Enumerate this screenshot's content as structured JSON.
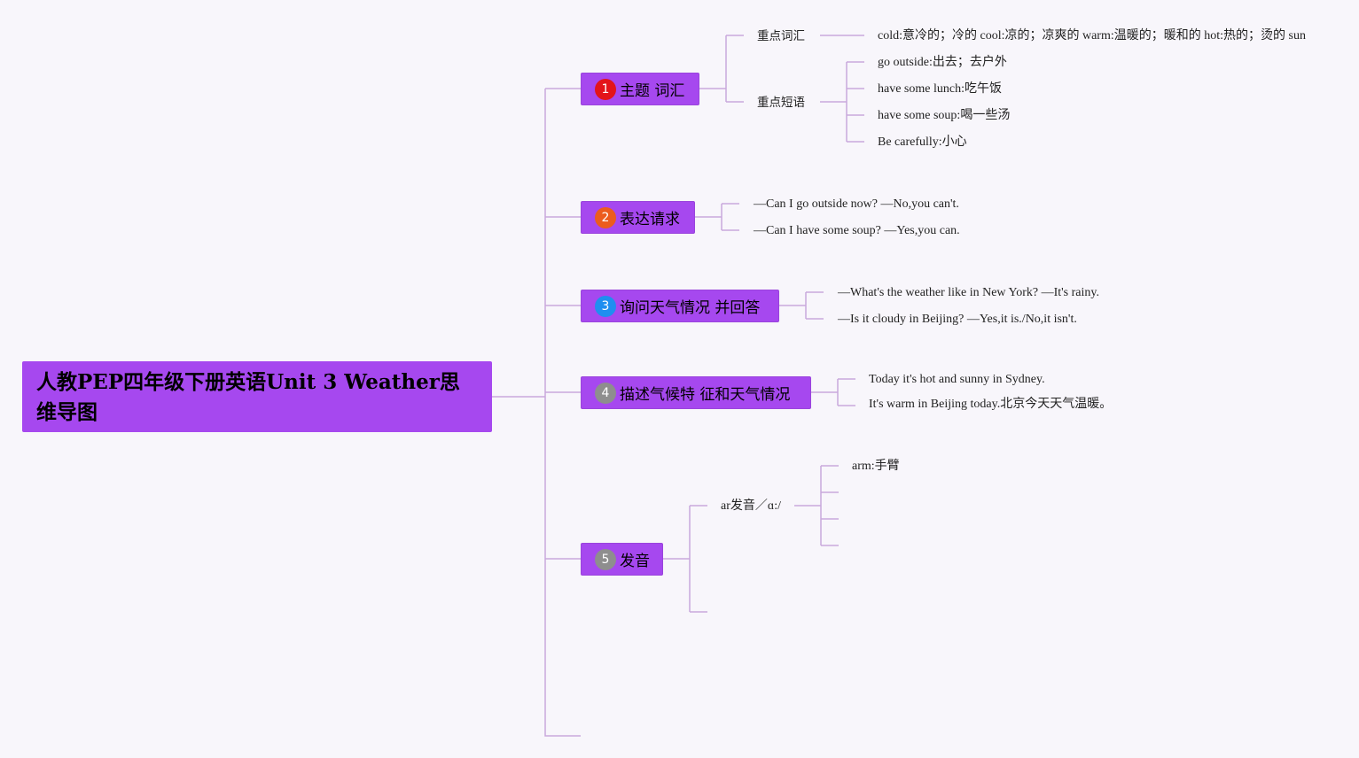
{
  "root": {
    "title": "人教PEP四年级下册英语Unit 3 Weather思维导图"
  },
  "colors": {
    "topic_bg": "#a648ef",
    "line": "#c9a8dc",
    "marker_1": "#e3141a",
    "marker_2": "#ec5c1e",
    "marker_3": "#1f8ef0",
    "marker_4": "#8e8e8e",
    "marker_5": "#8e8e8e"
  },
  "topics": [
    {
      "marker": "1",
      "label": "主题 词汇",
      "subs": [
        {
          "label": "重点词汇",
          "items": [
            "cold:意冷的；冷的 cool:凉的；凉爽的 warm:温暖的；暖和的 hot:热的；烫的 sun"
          ]
        },
        {
          "label": "重点短语",
          "items": [
            "go outside:出去；去户外",
            "have some lunch:吃午饭",
            "have some soup:喝一些汤",
            "Be carefully:小心"
          ]
        }
      ]
    },
    {
      "marker": "2",
      "label": "表达请求",
      "items": [
        "—Can I go outside now? —No,you can't.",
        "—Can I have some soup? —Yes,you can."
      ]
    },
    {
      "marker": "3",
      "label": "询问天气情况 并回答",
      "items": [
        "—What's the weather like in New York? —It's rainy.",
        "—Is it cloudy in Beijing? —Yes,it is./No,it isn't."
      ]
    },
    {
      "marker": "4",
      "label": "描述气候特 征和天气情况",
      "items": [
        "Today it's hot and sunny in Sydney.",
        "It's warm in Beijing today.北京今天天气温暖。"
      ]
    },
    {
      "marker": "5",
      "label": "发音",
      "subs": [
        {
          "label": "ar发音／ɑ:/",
          "items": [
            "arm:手臂"
          ]
        }
      ]
    }
  ]
}
